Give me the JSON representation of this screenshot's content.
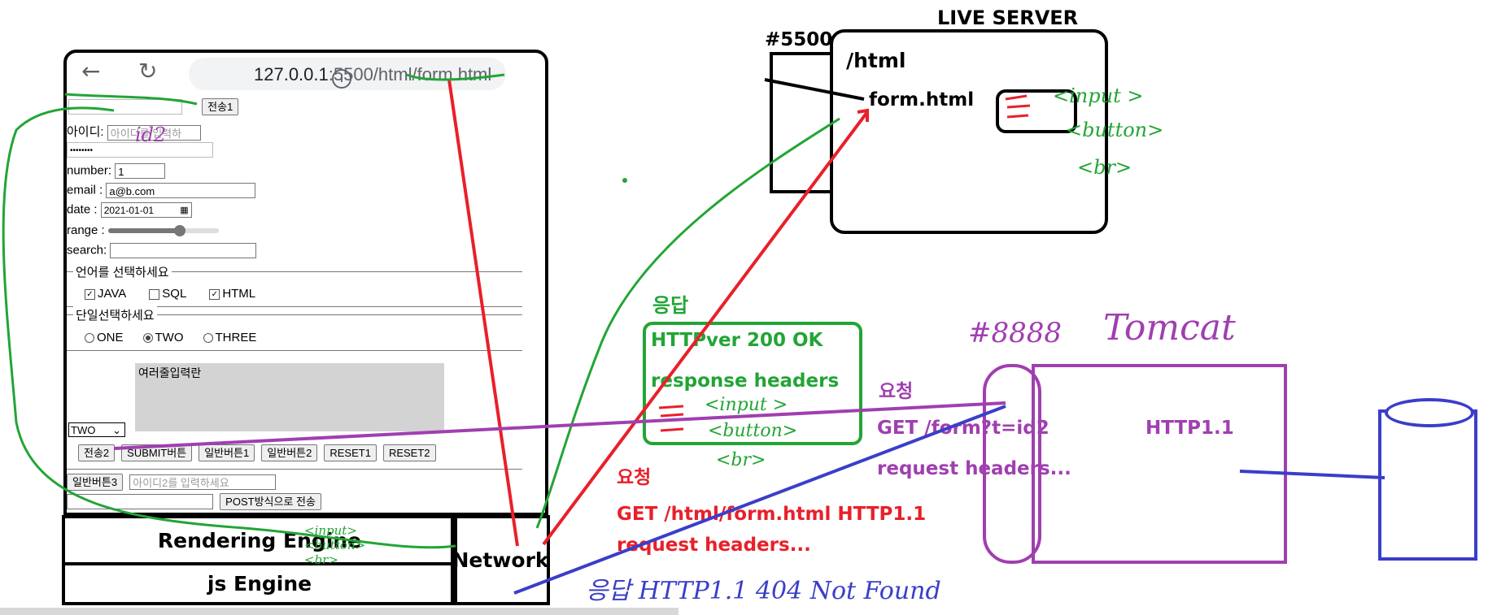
{
  "browser": {
    "url_host": "127.0.0.1",
    "url_path": ":5500/html/form.html",
    "info_icon": "info-icon",
    "back_icon": "back-arrow-icon",
    "reload_icon": "reload-icon"
  },
  "form": {
    "submit1": "전송1",
    "id_label": "아이디:",
    "id_placeholder": "아이디를 입력하",
    "password_value": "••••••••",
    "number_label": "number:",
    "number_value": "1",
    "email_label": "email :",
    "email_value": "a@b.com",
    "date_label": "date :",
    "date_value": "2021-01-01",
    "range_label": "range :",
    "range_value": 0.65,
    "search_label": "search:",
    "lang_legend": "언어를 선택하세요",
    "lang_options": [
      {
        "label": "JAVA",
        "checked": true
      },
      {
        "label": "SQL",
        "checked": false
      },
      {
        "label": "HTML",
        "checked": true
      }
    ],
    "single_legend": "단일선택하세요",
    "single_options": [
      {
        "label": "ONE",
        "checked": false
      },
      {
        "label": "TWO",
        "checked": true
      },
      {
        "label": "THREE",
        "checked": false
      }
    ],
    "textarea_value": "여러줄입력란",
    "select_value": "TWO",
    "buttons_row": [
      "전송2",
      "SUBMIT버튼",
      "일반버튼1",
      "일반버튼2",
      "RESET1",
      "RESET2"
    ],
    "general3": "일반버튼3",
    "id2_placeholder": "아이디2를 입력하세요",
    "post_button": "POST방식으로 전송"
  },
  "engines": {
    "rendering": "Rendering Engine",
    "js": "js Engine",
    "network": "Network"
  },
  "live_server": {
    "title": "LIVE SERVER",
    "port": "#5500",
    "folder": "/html",
    "file": "form.html",
    "tags": [
      "<input >",
      "<button>",
      "<br>"
    ]
  },
  "response_box": {
    "heading": "응답",
    "status": "HTTPver 200 OK",
    "headers": "response headers",
    "tags": [
      "<input >",
      "<button>",
      "<br>"
    ]
  },
  "request1": {
    "heading": "요청",
    "line": "GET /html/form.html HTTP1.1",
    "headers": "request headers..."
  },
  "request2": {
    "heading": "요청",
    "line": "GET /form?t=id2",
    "headers": "request headers..."
  },
  "tomcat": {
    "port": "#8888",
    "name": "Tomcat",
    "protocol": "HTTP1.1"
  },
  "response404": "응답 HTTP1.1 404 Not Found",
  "annotations": {
    "id2_scribble": "id2",
    "engine_tags": "<input><button><br>"
  },
  "colors": {
    "red": "#e8202a",
    "green": "#22a535",
    "purple": "#a03fb0",
    "blue": "#3a3ec9",
    "black": "#000000"
  }
}
